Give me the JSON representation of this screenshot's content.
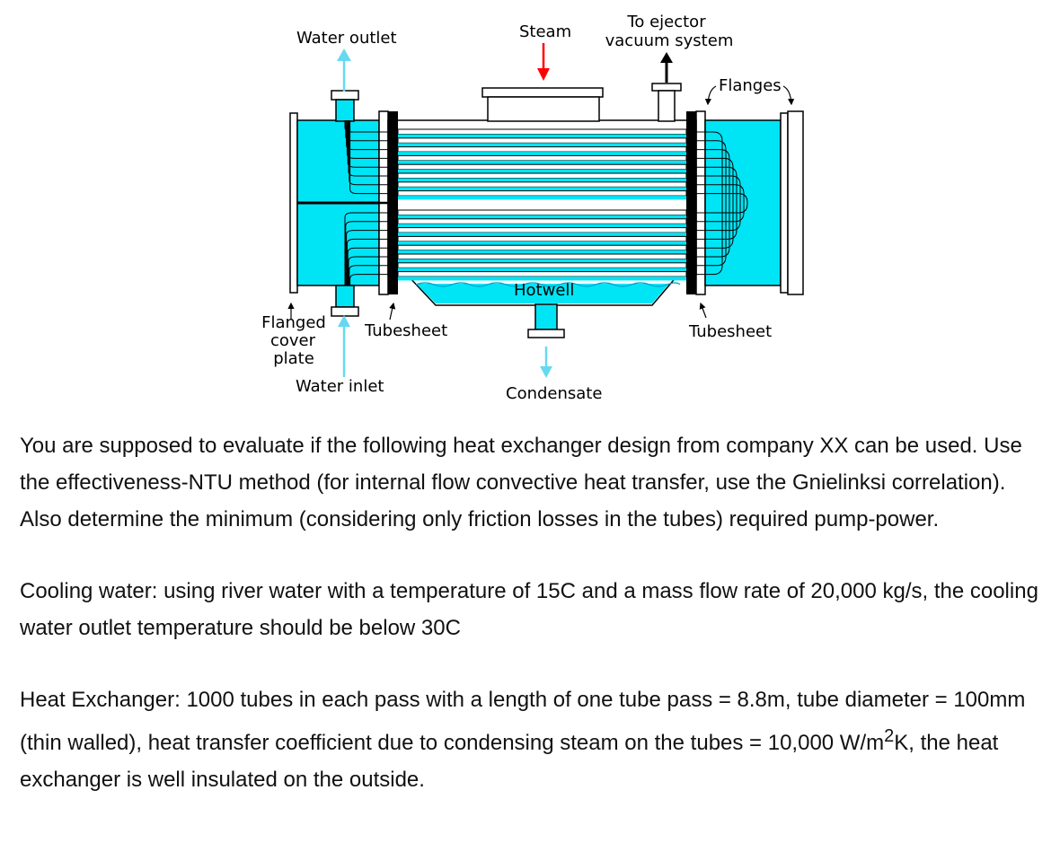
{
  "diagram": {
    "labels": {
      "water_outlet": "Water outlet",
      "steam": "Steam",
      "ejector_line1": "To ejector",
      "ejector_line2": "vacuum system",
      "flanges": "Flanges",
      "hotwell": "Hotwell",
      "flanged_line1": "Flanged",
      "flanged_line2": "cover",
      "flanged_line3": "plate",
      "tubesheet_left": "Tubesheet",
      "tubesheet_right": "Tubesheet",
      "water_inlet": "Water inlet",
      "condensate": "Condensate"
    },
    "colors": {
      "water": "#00e5f5",
      "shell": "#ffffff",
      "outline": "#000000",
      "steam_arrow": "#ff0000",
      "water_arrow": "#66d9f0"
    }
  },
  "problem": {
    "paragraph1": "You are supposed to evaluate if the following heat exchanger design from company XX can be used. Use the effectiveness-NTU method (for internal flow convective heat transfer, use the Gnielinksi correlation). Also determine the minimum (considering only friction losses in the tubes) required pump-power.",
    "paragraph2": "Cooling water: using river water with a temperature of 15C and a mass flow rate of 20,000 kg/s, the cooling water outlet temperature should be below 30C",
    "paragraph3_part1": "Heat Exchanger: 1000 tubes in each pass with a length of one tube pass = 8.8m, tube diameter = 100mm (thin walled), heat transfer coefficient due to condensing steam on the tubes = 10,000 W/m",
    "paragraph3_sup": "2",
    "paragraph3_part2": "K, the heat exchanger is well insulated on the outside."
  }
}
